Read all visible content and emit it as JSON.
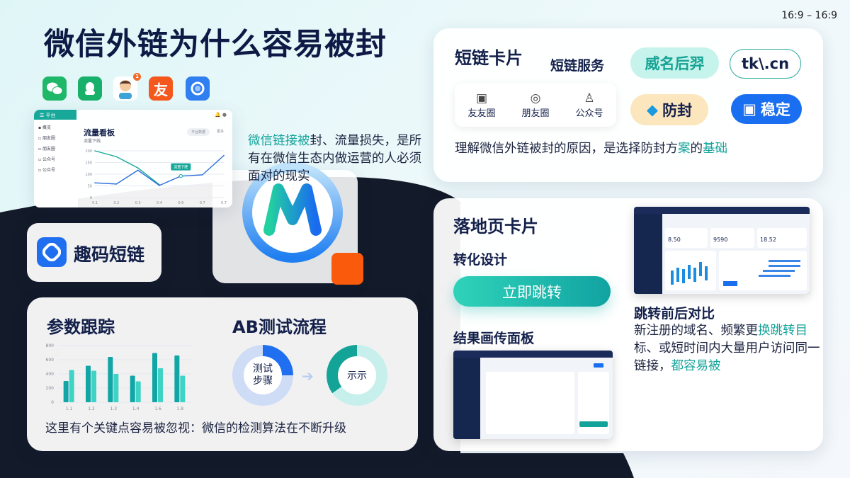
{
  "page": {
    "title": "微信外链为什么容易被封",
    "aspect_label": "16:9 – 16:9",
    "accent": "#14b8a6",
    "dark": "#13204a"
  },
  "app_icons": [
    {
      "name": "wechat-icon",
      "color": "#1fb768"
    },
    {
      "name": "qq-icon",
      "color": "#19b06c"
    },
    {
      "name": "avatar-icon",
      "color": "#ffffff",
      "badge": "1"
    },
    {
      "name": "friend-icon",
      "color": "#f4581c",
      "glyph": "友"
    },
    {
      "name": "shield-app-icon",
      "color": "#2f7ff0"
    }
  ],
  "dashboard": {
    "brand": "平台",
    "nav": [
      "概览",
      "朋友圈",
      "朋友圈",
      "公众号",
      "公众号"
    ],
    "heading": "流量看板",
    "subheading": "流量下线",
    "filter": "平台数据",
    "more": "更多",
    "tooltip": "流量下降"
  },
  "quote": {
    "highlight": "微信链接被",
    "rest": "封、流量损失，是所有在微信生态内做运营的人必须面对的现实"
  },
  "brand_card": {
    "name": "趣码短链"
  },
  "shortlink_card": {
    "title": "短链卡片",
    "service_label": "短链服务",
    "channels": [
      {
        "icon": "moments-card-icon",
        "label": "友友圈"
      },
      {
        "icon": "camera-ring-icon",
        "label": "朋友圈"
      },
      {
        "icon": "person-icon",
        "label": "公众号"
      }
    ],
    "pills": {
      "domain": "威名后羿",
      "tld": "tk\\.cn",
      "antiblock": "防封",
      "stable": "稳定"
    },
    "caption_a": "理解微信外链被封的原因，是选择防封方",
    "caption_b": "案",
    "caption_c": "的",
    "caption_d": "基础"
  },
  "landing_card": {
    "title": "落地页卡片",
    "conversion": "转化设计",
    "cta": "立即跳转",
    "results": "结果画传面板",
    "compare": "跳转前后对比",
    "desc_a": "新注册的域名、频繁更",
    "desc_b": "换跳转目",
    "desc_c": "标、或短时间内大量用户访问同一链接，",
    "desc_d": "都容易被",
    "stats": [
      "8.50",
      "9590",
      "18.52"
    ]
  },
  "tracking_card": {
    "title": "参数跟踪",
    "ab_title": "AB测试流程",
    "donut_a": "测试步骤",
    "donut_b": "示示",
    "footer": "这里有个关键点容易被忽视：微信的检测算法在不断升级"
  },
  "chart_data": [
    {
      "type": "line",
      "title": "流量看板",
      "subtitle": "流量下线",
      "categories": [
        "0.1",
        "0.2",
        "0.3",
        "0.4",
        "0.6",
        "0.7",
        "0.7"
      ],
      "yticks": [
        "0",
        "50",
        "100",
        "150",
        "200"
      ],
      "ylim": [
        0,
        200
      ],
      "grid": true,
      "series": [
        {
          "color": "#17a89a",
          "values": [
            200,
            175,
            127,
            55,
            null,
            null,
            null
          ]
        },
        {
          "color": "#2a6fdb",
          "values": [
            63,
            58,
            117,
            52,
            92,
            97,
            180
          ]
        }
      ],
      "annotation": {
        "label": "流量下降",
        "category": "0.6"
      }
    },
    {
      "type": "bar",
      "categories": [
        "1.1",
        "1.2",
        "1.3",
        "1.4",
        "1.6",
        "1.8"
      ],
      "yticks": [
        "0",
        "200",
        "400",
        "600",
        "800"
      ],
      "ylim": [
        0,
        800
      ],
      "grid": true,
      "series": [
        {
          "color": "#11a5a5",
          "values": [
            300,
            515,
            640,
            375,
            695,
            660
          ]
        },
        {
          "color": "#3fd3c6",
          "values": [
            455,
            445,
            400,
            295,
            480,
            375
          ]
        }
      ]
    },
    {
      "type": "pie",
      "label": "测试步骤",
      "values": [
        25,
        75
      ],
      "colors": [
        "#1f6ff0",
        "#cfdcf6"
      ]
    },
    {
      "type": "pie",
      "label": "示示",
      "values": [
        35,
        65
      ],
      "colors": [
        "#13a397",
        "#c7efec"
      ]
    }
  ]
}
